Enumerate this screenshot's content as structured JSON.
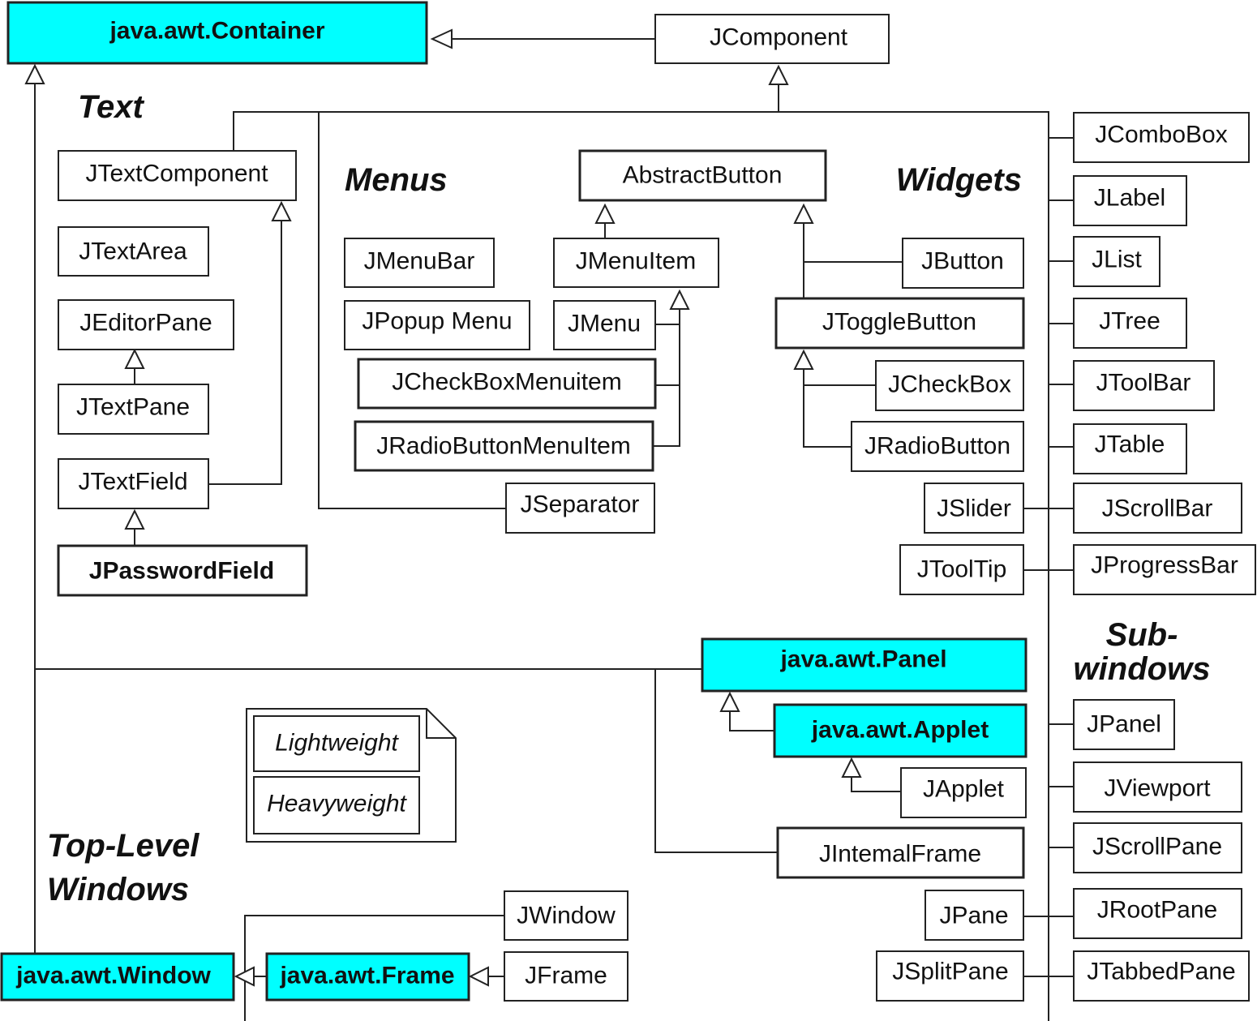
{
  "colors": {
    "heavyweight": "#00ffff",
    "lightweight": "#ffffff",
    "stroke": "#222222"
  },
  "sections": {
    "text": "Text",
    "menus": "Menus",
    "widgets": "Widgets",
    "sub_windows_1": "Sub-",
    "sub_windows_2": "windows",
    "top_level_1": "Top-Level",
    "top_level_2": "Windows"
  },
  "legend": {
    "lightweight": "Lightweight",
    "heavyweight": "Heavyweight"
  },
  "nodes": {
    "container": "java.awt.Container",
    "jcomponent": "JComponent",
    "jtextcomponent": "JTextComponent",
    "jtextarea": "JTextArea",
    "jeditorpane": "JEditorPane",
    "jtextpane": "JTextPane",
    "jtextfield": "JTextField",
    "jpasswordfield": "JPasswordField",
    "abstractbutton": "AbstractButton",
    "jmenubar": "JMenuBar",
    "jmenuitem": "JMenuItem",
    "jpopupmenu": "JPopup Menu",
    "jmenu": "JMenu",
    "jcheckboxmenuitem": "JCheckBoxMenuitem",
    "jradiobuttonmenuitem": "JRadioButtonMenuItem",
    "jseparator": "JSeparator",
    "jbutton": "JButton",
    "jtogglebutton": "JToggleButton",
    "jcheckbox": "JCheckBox",
    "jradiobutton": "JRadioButton",
    "jslider": "JSlider",
    "jtooltip": "JToolTip",
    "jcombobox": "JComboBox",
    "jlabel": "JLabel",
    "jlist": "JList",
    "jtree": "JTree",
    "jtoolbar": "JToolBar",
    "jtable": "JTable",
    "jscrollbar": "JScrollBar",
    "jprogressbar": "JProgressBar",
    "panel": "java.awt.Panel",
    "applet": "java.awt.Applet",
    "japplet": "JApplet",
    "jinternalframe": "JIntemalFrame",
    "jpanel": "JPanel",
    "jviewport": "JViewport",
    "jscrollpane": "JScrollPane",
    "jrootpane": "JRootPane",
    "jpane": "JPane",
    "jtabbedpane": "JTabbedPane",
    "jsplitpane": "JSplitPane",
    "jwindow": "JWindow",
    "window": "java.awt.Window",
    "frame": "java.awt.Frame",
    "jframe": "JFrame"
  }
}
